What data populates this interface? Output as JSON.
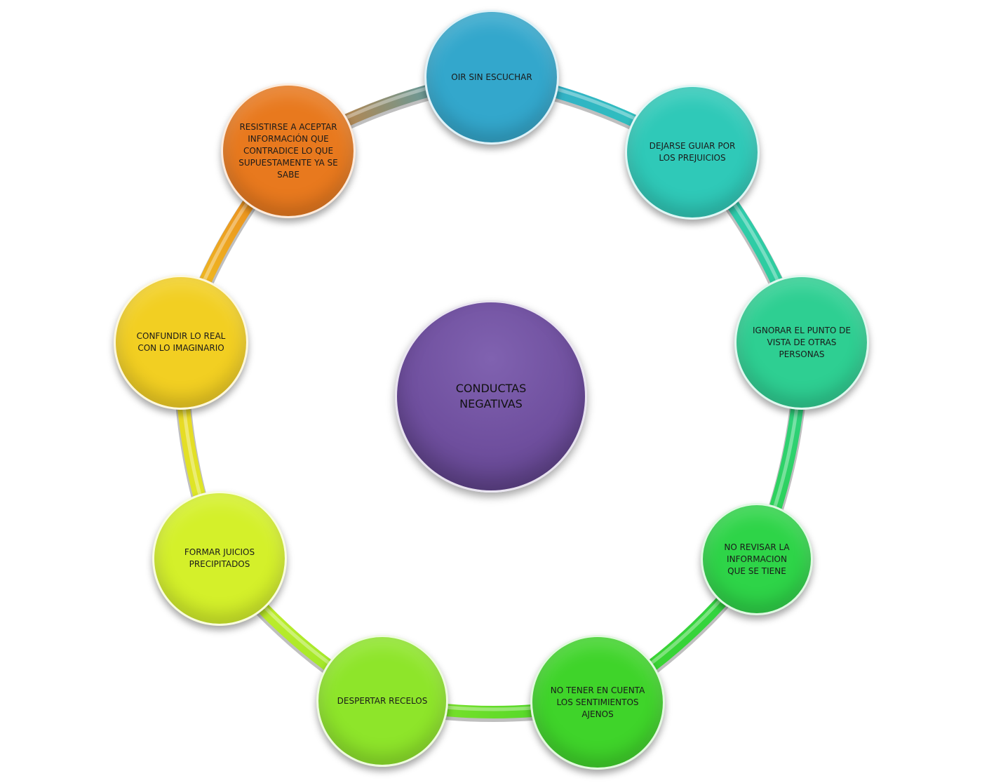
{
  "center": {
    "label": "CONDUCTAS NEGATIVAS",
    "color": "#6f4f9e"
  },
  "nodes": [
    {
      "label": "OIR SIN ESCUCHAR",
      "color": "#33a7cc"
    },
    {
      "label": "DEJARSE GUIAR POR LOS PREJUICIOS",
      "color": "#2fc9b8"
    },
    {
      "label": "IGNORAR EL PUNTO DE VISTA DE OTRAS PERSONAS",
      "color": "#2ecf92"
    },
    {
      "label": "NO REVISAR LA INFORMACION QUE SE TIENE",
      "color": "#2ed448"
    },
    {
      "label": "NO TENER EN CUENTA LOS SENTIMIENTOS AJENOS",
      "color": "#3fd42a"
    },
    {
      "label": "DESPERTAR RECELOS",
      "color": "#8ee52a"
    },
    {
      "label": "FORMAR JUICIOS PRECIPITADOS",
      "color": "#d4f02a"
    },
    {
      "label": "CONFUNDIR LO REAL CON LO IMAGINARIO",
      "color": "#f2cf22"
    },
    {
      "label": "RESISTIRSE A ACEPTAR INFORMACIÓN QUE CONTRADICE LO QUE SUPUESTAMENTE YA SE SABE",
      "color": "#e8791e"
    }
  ]
}
